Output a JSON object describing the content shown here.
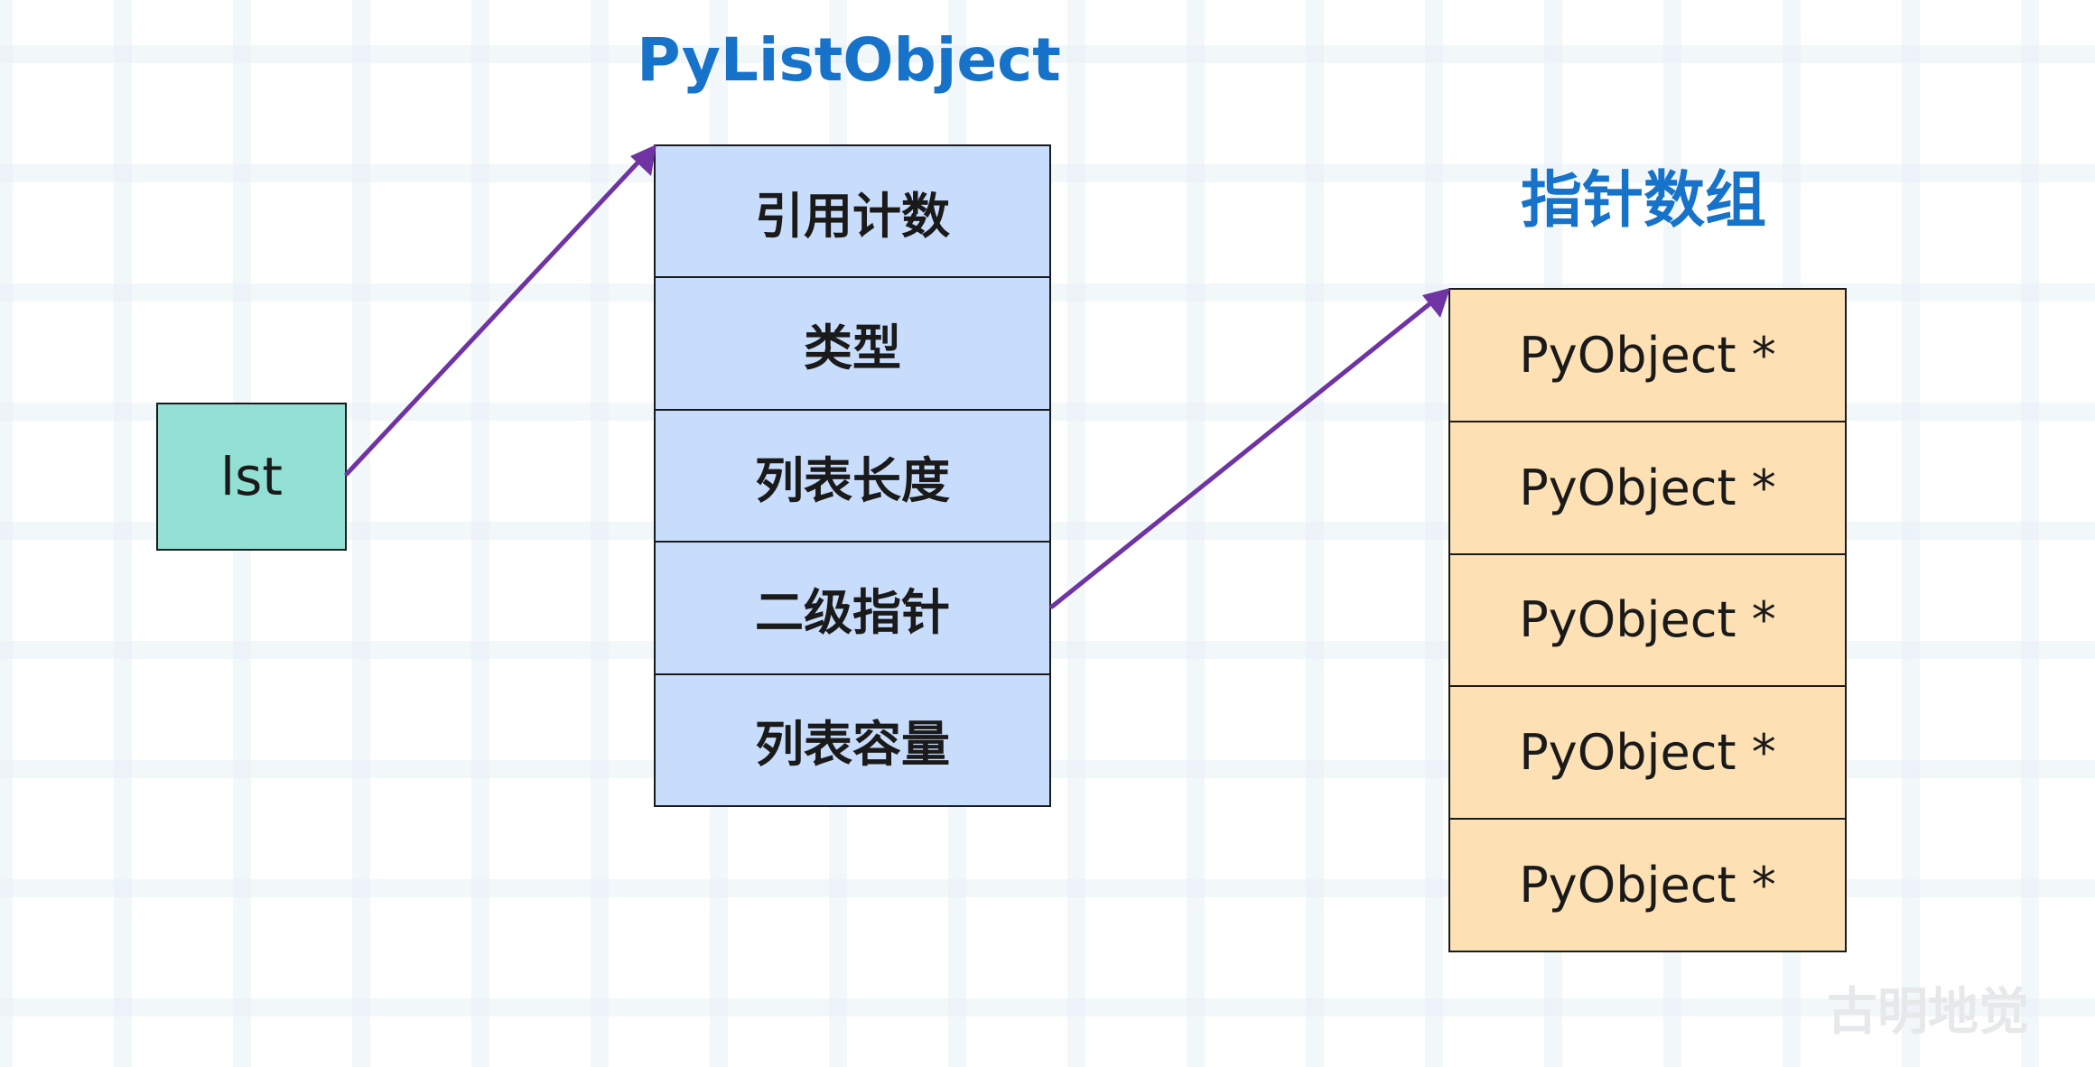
{
  "diagram": {
    "pylist_title": "PyListObject",
    "pointer_array_title": "指针数组",
    "variable_label": "lst",
    "pylist_fields": [
      "引用计数",
      "类型",
      "列表长度",
      "二级指针",
      "列表容量"
    ],
    "pointer_array_cells": [
      "PyObject *",
      "PyObject *",
      "PyObject *",
      "PyObject *",
      "PyObject *"
    ],
    "watermark": "古明地觉"
  },
  "colors": {
    "title_blue": "#1673c9",
    "arrow_purple": "#7033a3",
    "lst_fill": "#92e0d3",
    "pylist_fill": "#c8dcfb",
    "array_fill": "#fde0b4"
  }
}
